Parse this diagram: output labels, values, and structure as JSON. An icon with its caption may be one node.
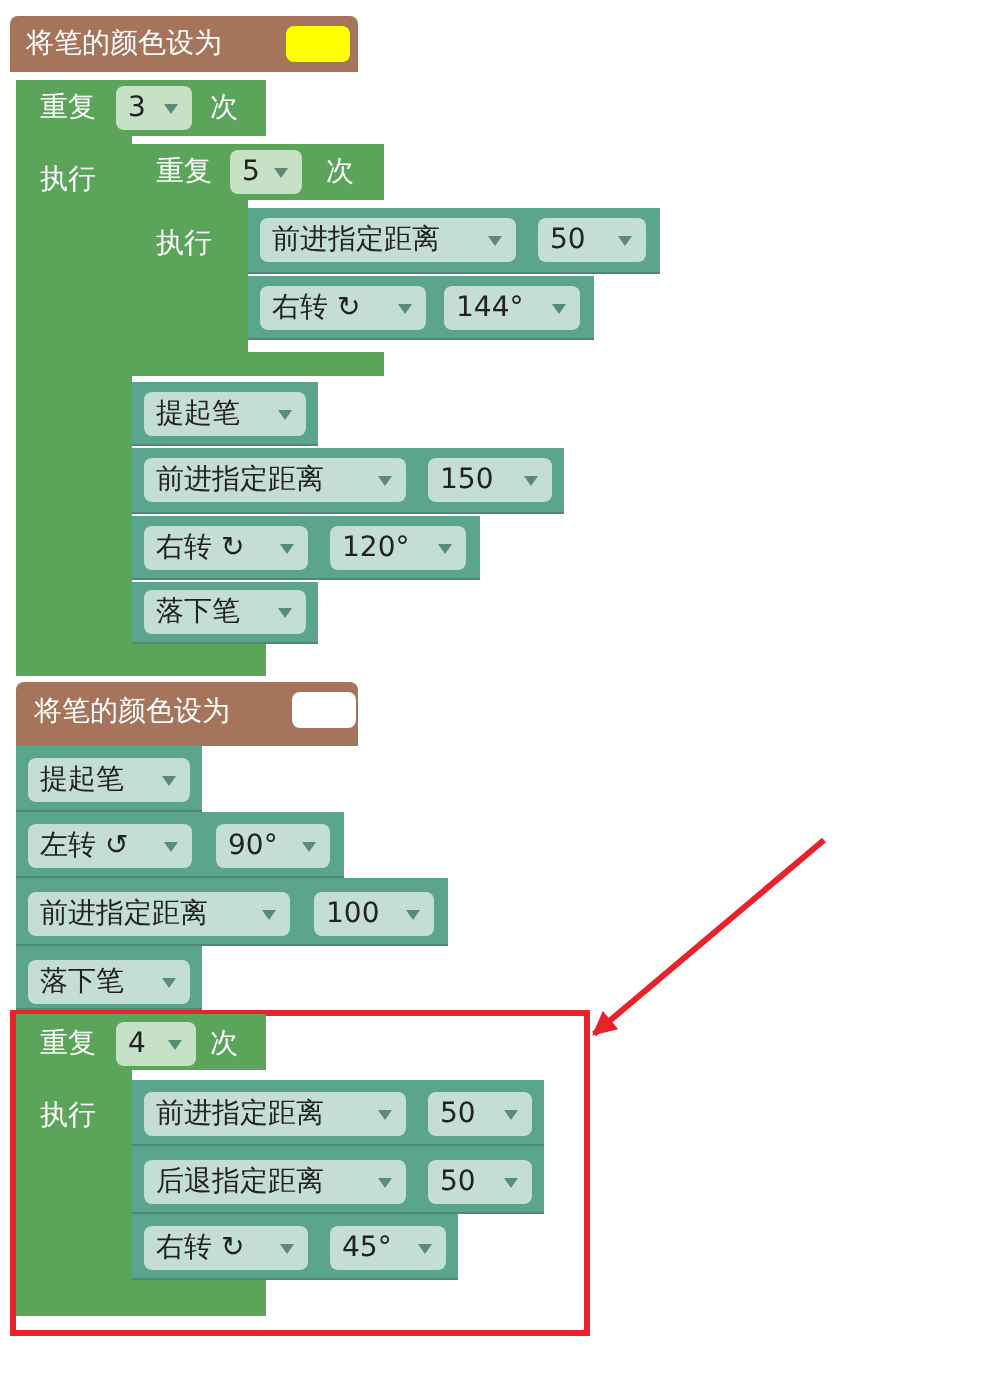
{
  "diagram": {
    "nodes": [
      {
        "text": [
          "将笔的颜色设为"
        ]
      },
      {
        "text": [
          "重复",
          "3",
          "次",
          "执行"
        ]
      },
      {
        "text": [
          "重复",
          "5",
          "次",
          "执行"
        ]
      },
      {
        "text": [
          "前进指定距离",
          "50"
        ]
      },
      {
        "text": [
          "右转 ↻",
          "144°"
        ]
      },
      {
        "text": [
          "提起笔"
        ]
      },
      {
        "text": [
          "前进指定距离",
          "150"
        ]
      },
      {
        "text": [
          "右转 ↻",
          "120°"
        ]
      },
      {
        "text": [
          "落下笔"
        ]
      },
      {
        "text": [
          "将笔的颜色设为"
        ]
      },
      {
        "text": [
          "提起笔"
        ]
      },
      {
        "text": [
          "左转 ↺",
          "90°"
        ]
      },
      {
        "text": [
          "前进指定距离",
          "100"
        ]
      },
      {
        "text": [
          "落下笔"
        ]
      },
      {
        "text": [],
        "shape": "box"
      },
      {
        "text": [
          "重复",
          "4",
          "次",
          "执行"
        ],
        "in": 14
      },
      {
        "text": [
          "前进指定距离",
          "50"
        ],
        "in": 14
      },
      {
        "text": [
          "后退指定距离",
          "50"
        ],
        "in": 14
      },
      {
        "text": [
          "右转 ↻",
          "45°"
        ],
        "in": 14
      }
    ],
    "edges": [
      {
        "from": null,
        "to": 14,
        "arrow": "to",
        "color": "#e8212b"
      }
    ]
  }
}
